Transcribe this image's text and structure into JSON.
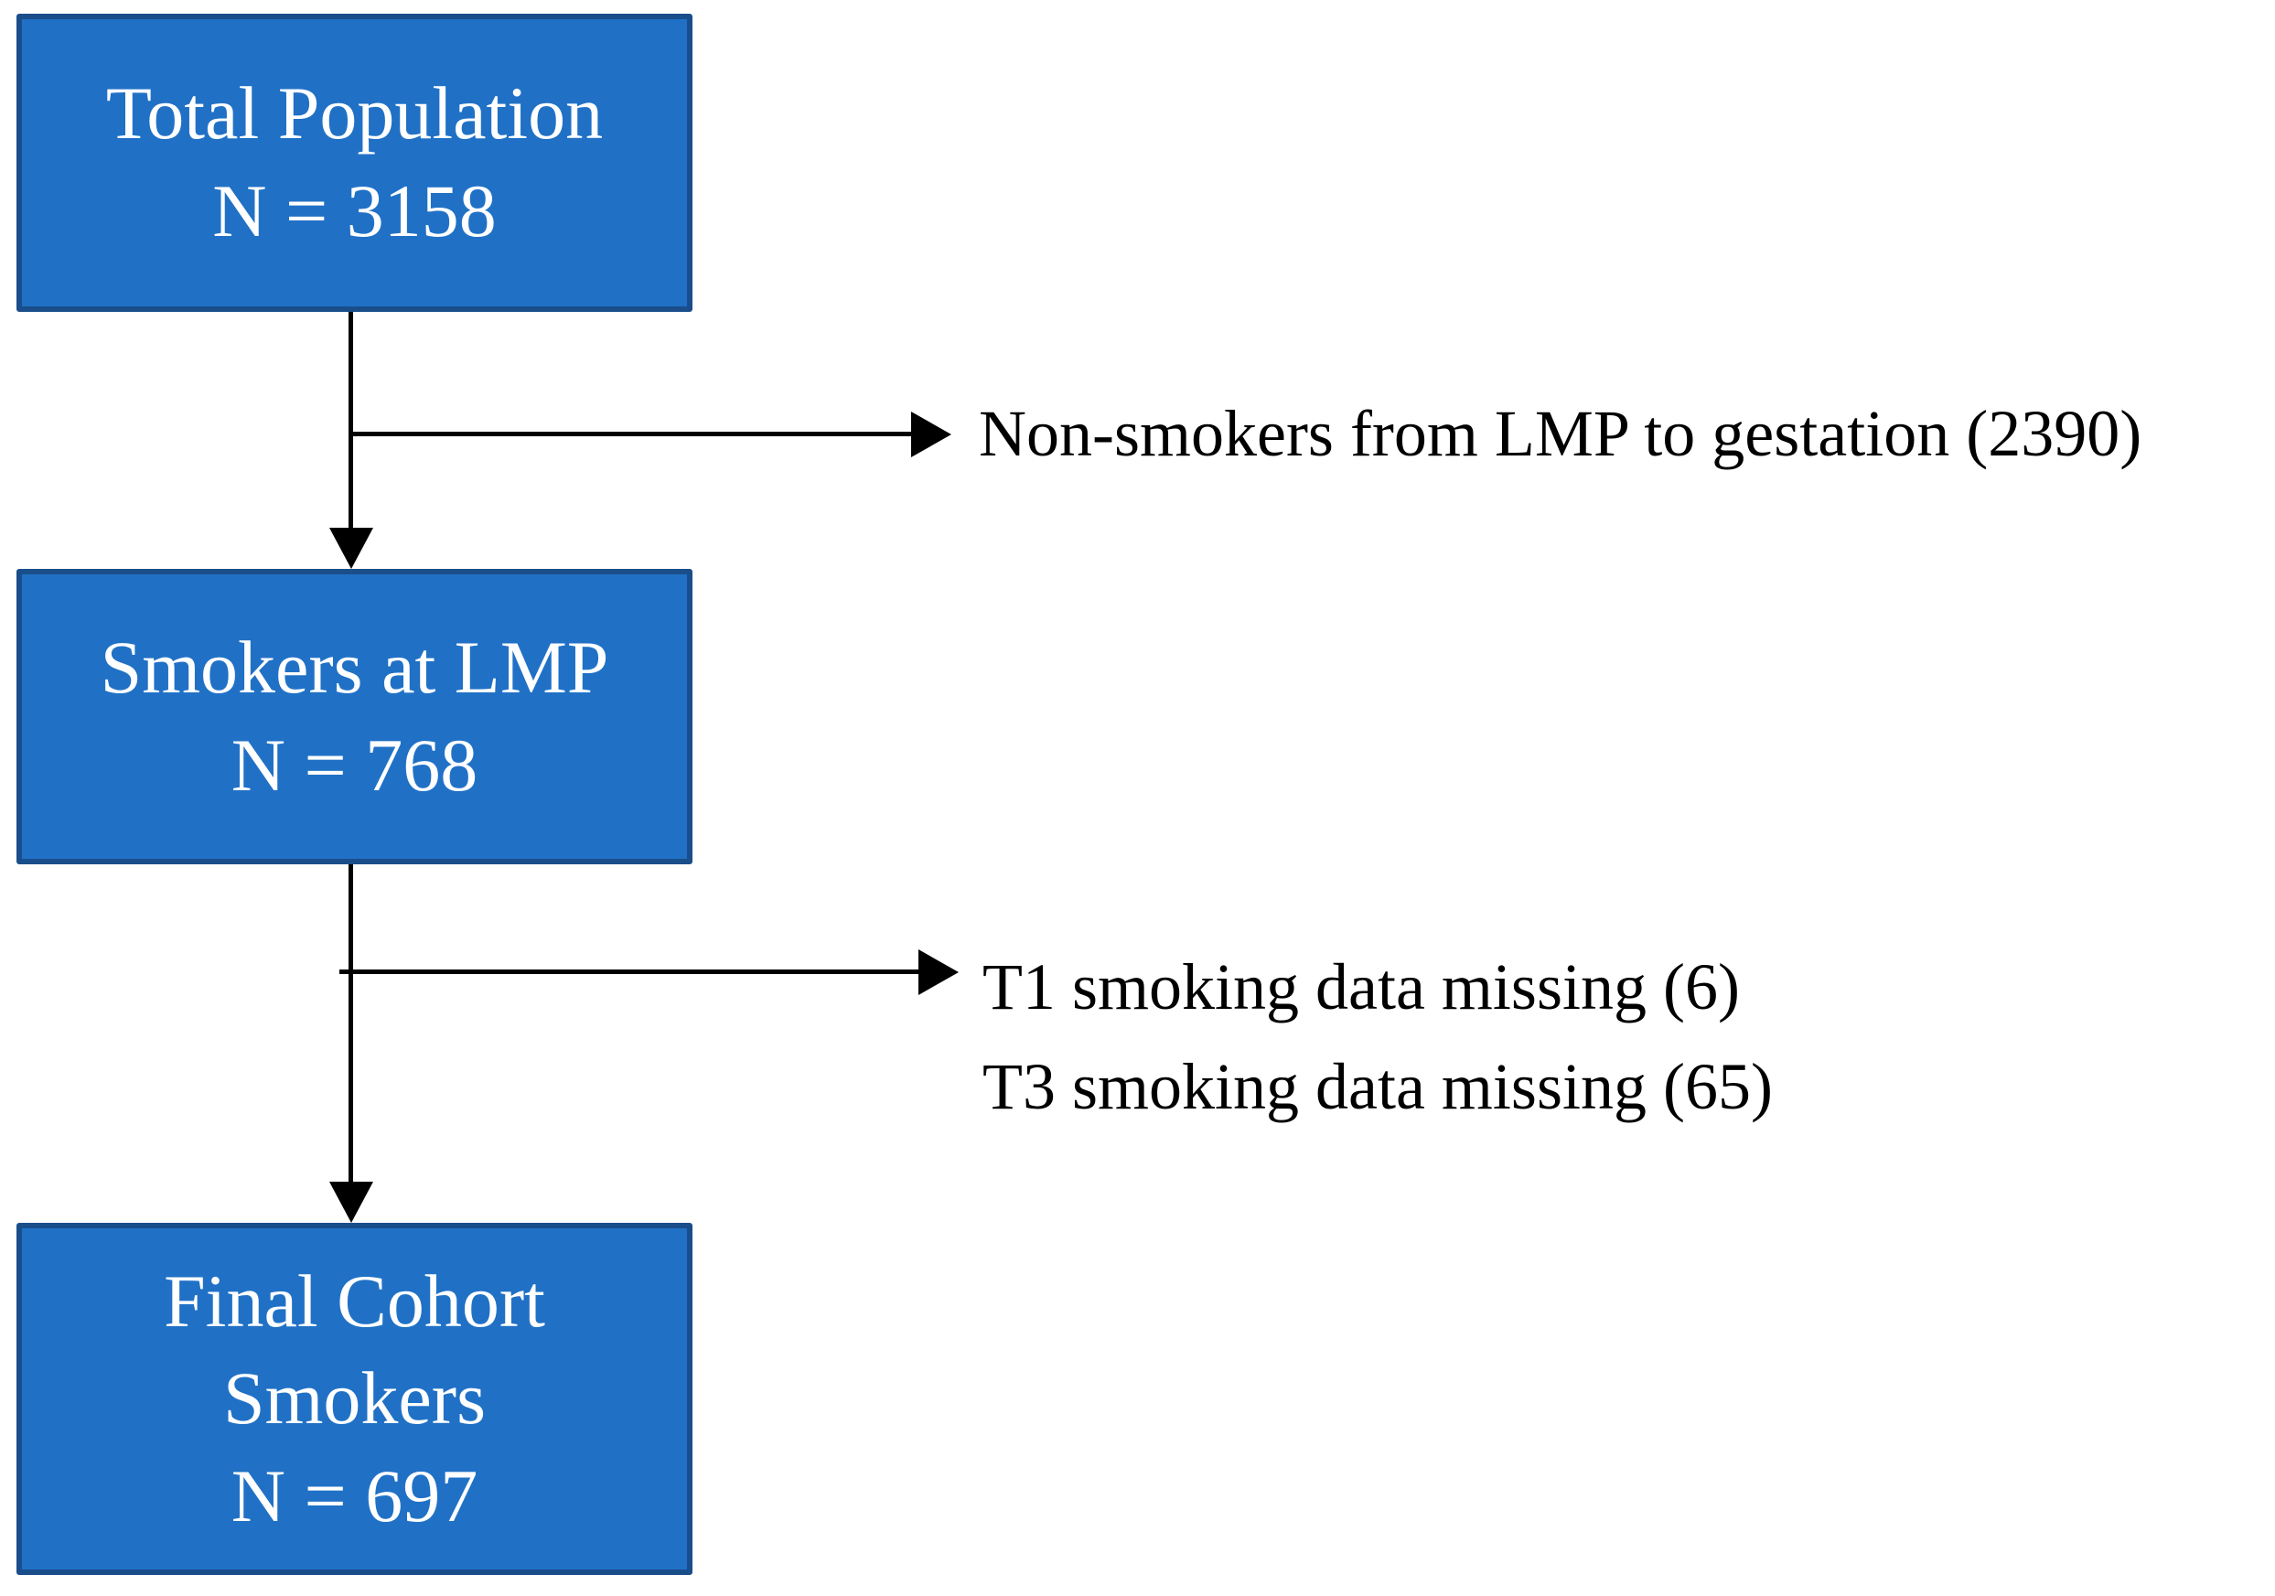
{
  "figure": {
    "type": "flowchart",
    "description": "Participant flow diagram from total population to final cohort of smokers",
    "boxes": [
      {
        "id": "total-population",
        "lines": [
          "Total Population",
          "N = 3158"
        ]
      },
      {
        "id": "smokers-at-lmp",
        "lines": [
          "Smokers at LMP",
          "N = 768"
        ]
      },
      {
        "id": "final-cohort",
        "lines": [
          "Final Cohort",
          "Smokers",
          "N = 697"
        ]
      }
    ],
    "exclusions": [
      {
        "from": "total-population",
        "label": "Non-smokers from LMP to gestation (2390)"
      },
      {
        "from": "smokers-at-lmp",
        "label": "T1 smoking data missing (6)"
      },
      {
        "from": "smokers-at-lmp",
        "label": "T3 smoking data missing (65)"
      }
    ],
    "icons": {
      "down_arrowhead": "filled black triangle pointing down",
      "right_arrowhead": "filled black triangle pointing right"
    },
    "colors": {
      "box_fill": "#2071C6",
      "box_border": "#1A4E8A",
      "box_text": "#FFFFFF",
      "connector": "#000000",
      "background": "#FFFFFF"
    }
  }
}
